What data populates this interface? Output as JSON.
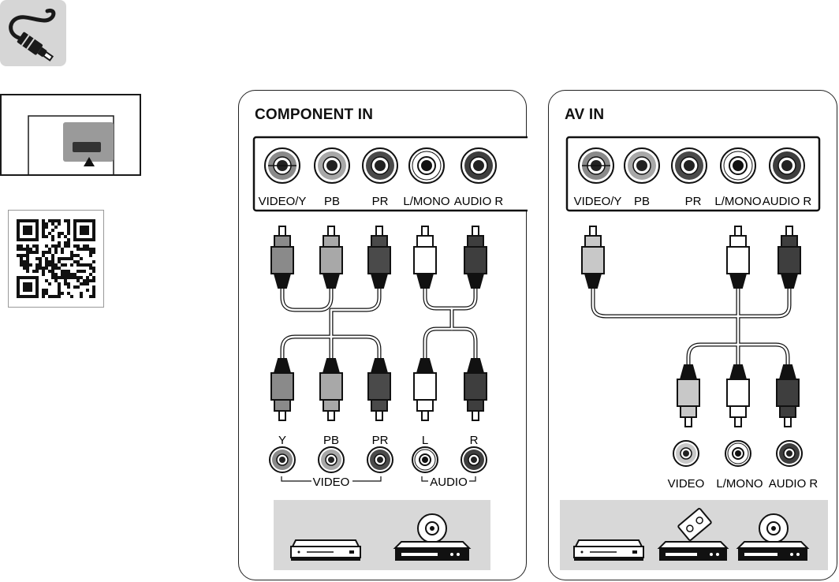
{
  "component_panel": {
    "title": "COMPONENT IN",
    "tv_jacks": [
      "VIDEO/Y",
      "PB",
      "PR",
      "L/MONO",
      "AUDIO R"
    ],
    "device_jacks": [
      "Y",
      "PB",
      "PR",
      "L",
      "R"
    ],
    "group_labels": {
      "video": "VIDEO",
      "audio": "AUDIO"
    },
    "devices": [
      "dvd-player",
      "blu-ray-player"
    ]
  },
  "av_panel": {
    "title": "AV IN",
    "tv_jacks": [
      "VIDEO/Y",
      "PB",
      "PR",
      "L/MONO",
      "AUDIO R"
    ],
    "device_jacks": [
      "VIDEO",
      "L/MONO",
      "AUDIO R"
    ],
    "devices": [
      "dvd-player",
      "vcr",
      "blu-ray-player"
    ]
  },
  "colors": {
    "video_y": "#8a8a8a",
    "pb": "#a8a8a8",
    "pr": "#4a4a4a",
    "white": "#ffffff",
    "audio_r": "#3e3e3e",
    "composite_video": "#c8c8c8",
    "device_area": "#d8d8d8"
  }
}
